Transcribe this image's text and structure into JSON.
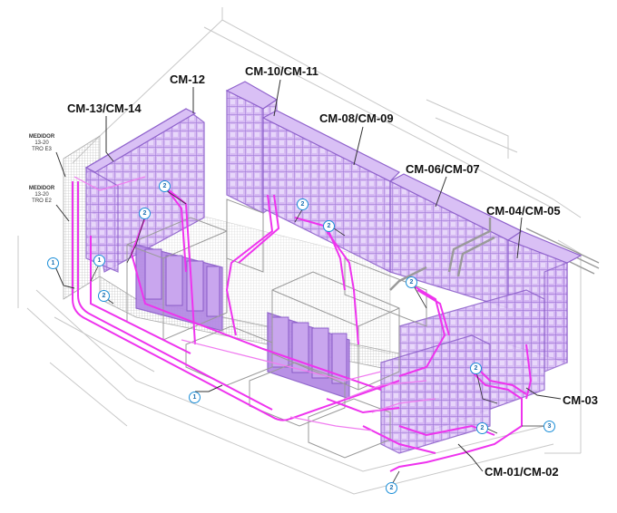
{
  "labels": {
    "cm12": "CM-12",
    "cm10_11": "CM-10/CM-11",
    "cm13_14": "CM-13/CM-14",
    "cm08_09": "CM-08/CM-09",
    "cm06_07": "CM-06/CM-07",
    "cm04_05": "CM-04/CM-05",
    "cm03": "CM-03",
    "cm01_02": "CM-01/CM-02"
  },
  "meters": [
    {
      "title": "MEDIDOR",
      "range": "13-20",
      "sub": "TRO E3"
    },
    {
      "title": "MEDIDOR",
      "range": "13-20",
      "sub": "TRO E2"
    }
  ],
  "tags": {
    "t1": "1",
    "t2": "2",
    "t3": "3"
  },
  "colors": {
    "cabinet_fill": "#c9a6ee",
    "cabinet_line": "#9a6fd4",
    "conduit": "#ee33ee",
    "structure": "#c8c8c8",
    "tag_blue": "#1a8ed8"
  }
}
